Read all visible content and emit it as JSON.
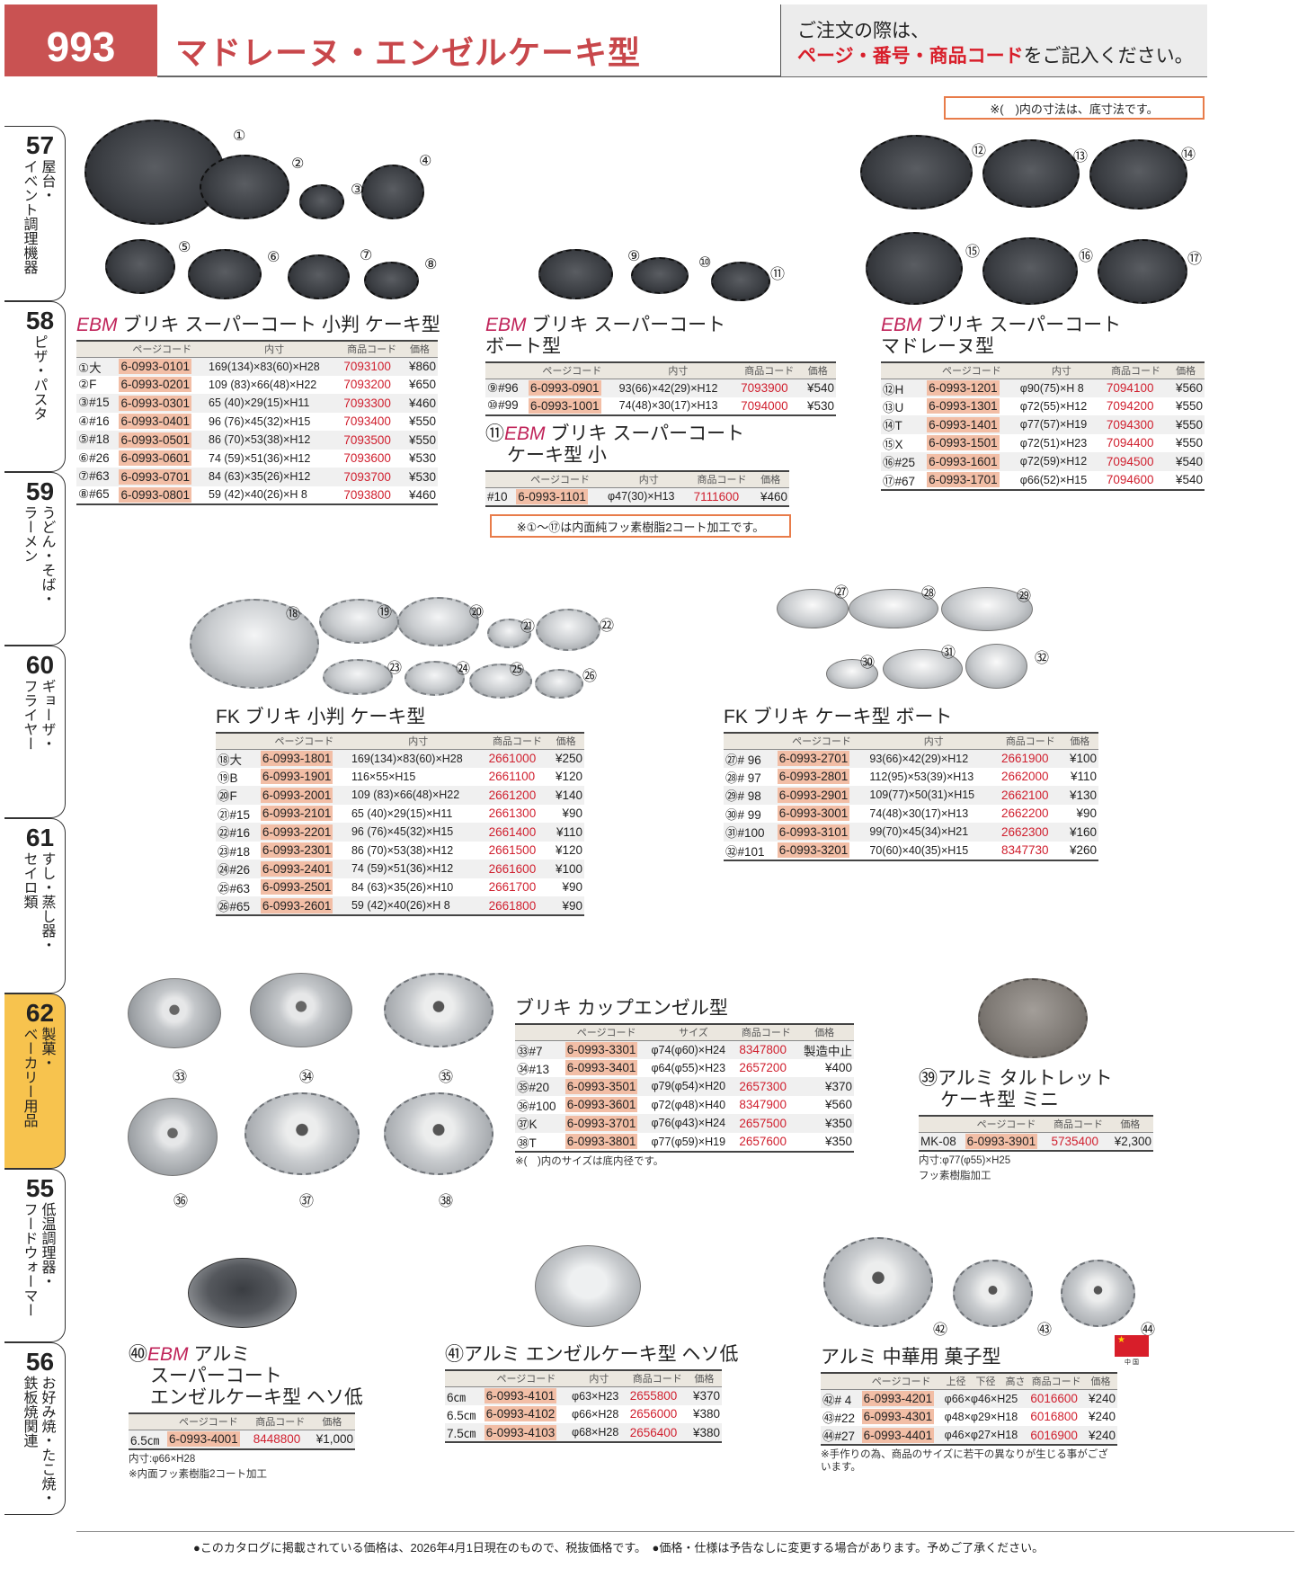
{
  "header": {
    "page_number": "993",
    "title": "マドレーヌ・エンゼルケーキ型",
    "order_line1": "ご注文の際は、",
    "order_highlight": "ページ・番号・商品コード",
    "order_line2_rest": "をご記入ください。"
  },
  "top_note": "※(　)内の寸法は、底寸法です。",
  "coat_note": "※①～⑰は内面純フッ素樹脂2コート加工です。",
  "sidebar": [
    {
      "num": "57",
      "col1": "屋台・",
      "col2": "イベント調理機器",
      "active": false
    },
    {
      "num": "58",
      "col1": "ピザ・パスタ",
      "col2": "",
      "active": false
    },
    {
      "num": "59",
      "col1": "うどん・そば・",
      "col2": "ラーメン",
      "active": false
    },
    {
      "num": "60",
      "col1": "ギョーザ・",
      "col2": "フライヤー",
      "active": false
    },
    {
      "num": "61",
      "col1": "すし・蒸し器・",
      "col2": "セイロ類",
      "active": false
    },
    {
      "num": "62",
      "col1": "製菓・",
      "col2": "ベーカリー用品",
      "active": true
    },
    {
      "num": "55",
      "col1": "低温調理器・",
      "col2": "フードウォーマー",
      "active": false
    },
    {
      "num": "56",
      "col1": "お好み焼・たこ焼・",
      "col2": "鉄板焼関連",
      "active": false
    }
  ],
  "figure_labels": [
    "①",
    "②",
    "③",
    "④",
    "⑤",
    "⑥",
    "⑦",
    "⑧",
    "⑨",
    "⑩",
    "⑪",
    "⑫",
    "⑬",
    "⑭",
    "⑮",
    "⑯",
    "⑰",
    "⑱",
    "⑲",
    "⑳",
    "㉑",
    "㉒",
    "㉓",
    "㉔",
    "㉕",
    "㉖",
    "㉗",
    "㉘",
    "㉙",
    "㉚",
    "㉛",
    "㉜",
    "㉝",
    "㉞",
    "㉟",
    "㊱",
    "㊲",
    "㊳",
    "㊷",
    "㊸",
    "㊹"
  ],
  "flag": {
    "caption": "中 国",
    "color": "#d81e2a"
  },
  "colors": {
    "accent_red": "#c95252",
    "brand_magenta": "#c0245a",
    "code_highlight": "#f2bea6",
    "product_code_red": "#d0202f",
    "active_tab": "#f7c34e"
  },
  "sections": [
    {
      "prefix": "",
      "brand": "EBM",
      "title_lines": [
        "ブリキ スーパーコート 小判 ケーキ型"
      ],
      "columns": [
        {
          "label": "",
          "type": "label"
        },
        {
          "label": "ページコード",
          "type": "code"
        },
        {
          "label": "内寸",
          "type": "dim"
        },
        {
          "label": "商品コード",
          "type": "pcode"
        },
        {
          "label": "価格",
          "type": "price"
        }
      ],
      "rows": [
        [
          "①大",
          "6-0993-0101",
          "169(134)×83(60)×H28",
          "7093100",
          "¥860"
        ],
        [
          "②F",
          "6-0993-0201",
          "109 (83)×66(48)×H22",
          "7093200",
          "¥650"
        ],
        [
          "③#15",
          "6-0993-0301",
          "65 (40)×29(15)×H11",
          "7093300",
          "¥460"
        ],
        [
          "④#16",
          "6-0993-0401",
          "96 (76)×45(32)×H15",
          "7093400",
          "¥550"
        ],
        [
          "⑤#18",
          "6-0993-0501",
          "86 (70)×53(38)×H12",
          "7093500",
          "¥550"
        ],
        [
          "⑥#26",
          "6-0993-0601",
          "74 (59)×51(36)×H12",
          "7093600",
          "¥530"
        ],
        [
          "⑦#63",
          "6-0993-0701",
          "84 (63)×35(26)×H12",
          "7093700",
          "¥530"
        ],
        [
          "⑧#65",
          "6-0993-0801",
          "59 (42)×40(26)×H 8",
          "7093800",
          "¥460"
        ]
      ],
      "notes": []
    },
    {
      "prefix": "",
      "brand": "EBM",
      "title_lines": [
        "ブリキ スーパーコート",
        "ボート型"
      ],
      "columns": [
        {
          "label": "",
          "type": "label"
        },
        {
          "label": "ページコード",
          "type": "code"
        },
        {
          "label": "内寸",
          "type": "dim"
        },
        {
          "label": "商品コード",
          "type": "pcode"
        },
        {
          "label": "価格",
          "type": "price"
        }
      ],
      "rows": [
        [
          "⑨#96",
          "6-0993-0901",
          "93(66)×42(29)×H12",
          "7093900",
          "¥540"
        ],
        [
          "⑩#99",
          "6-0993-1001",
          "74(48)×30(17)×H13",
          "7094000",
          "¥530"
        ]
      ],
      "notes": []
    },
    {
      "prefix": "⑪",
      "brand": "EBM",
      "title_lines": [
        "ブリキ スーパーコート",
        "ケーキ型 小"
      ],
      "columns": [
        {
          "label": "",
          "type": "label"
        },
        {
          "label": "ページコード",
          "type": "code"
        },
        {
          "label": "内寸",
          "type": "dim"
        },
        {
          "label": "商品コード",
          "type": "pcode"
        },
        {
          "label": "価格",
          "type": "price"
        }
      ],
      "rows": [
        [
          "#10",
          "6-0993-1101",
          "φ47(30)×H13",
          "7111600",
          "¥460"
        ]
      ],
      "notes": []
    },
    {
      "prefix": "",
      "brand": "EBM",
      "title_lines": [
        "ブリキ スーパーコート",
        "マドレーヌ型"
      ],
      "columns": [
        {
          "label": "",
          "type": "label"
        },
        {
          "label": "ページコード",
          "type": "code"
        },
        {
          "label": "内寸",
          "type": "dim"
        },
        {
          "label": "商品コード",
          "type": "pcode"
        },
        {
          "label": "価格",
          "type": "price"
        }
      ],
      "rows": [
        [
          "⑫H",
          "6-0993-1201",
          "φ90(75)×H 8",
          "7094100",
          "¥560"
        ],
        [
          "⑬U",
          "6-0993-1301",
          "φ72(55)×H12",
          "7094200",
          "¥550"
        ],
        [
          "⑭T",
          "6-0993-1401",
          "φ77(57)×H19",
          "7094300",
          "¥550"
        ],
        [
          "⑮X",
          "6-0993-1501",
          "φ72(51)×H23",
          "7094400",
          "¥550"
        ],
        [
          "⑯#25",
          "6-0993-1601",
          "φ72(59)×H12",
          "7094500",
          "¥540"
        ],
        [
          "⑰#67",
          "6-0993-1701",
          "φ66(52)×H15",
          "7094600",
          "¥540"
        ]
      ],
      "notes": []
    },
    {
      "prefix": "",
      "brand": "",
      "title_lines": [
        "FK ブリキ 小判 ケーキ型"
      ],
      "columns": [
        {
          "label": "",
          "type": "label"
        },
        {
          "label": "ページコード",
          "type": "code"
        },
        {
          "label": "内寸",
          "type": "dim"
        },
        {
          "label": "商品コード",
          "type": "pcode"
        },
        {
          "label": "価格",
          "type": "price"
        }
      ],
      "rows": [
        [
          "⑱大",
          "6-0993-1801",
          "169(134)×83(60)×H28",
          "2661000",
          "¥250"
        ],
        [
          "⑲B",
          "6-0993-1901",
          "116×55×H15",
          "2661100",
          "¥120"
        ],
        [
          "⑳F",
          "6-0993-2001",
          "109 (83)×66(48)×H22",
          "2661200",
          "¥140"
        ],
        [
          "㉑#15",
          "6-0993-2101",
          "65 (40)×29(15)×H11",
          "2661300",
          "¥90"
        ],
        [
          "㉒#16",
          "6-0993-2201",
          "96 (76)×45(32)×H15",
          "2661400",
          "¥110"
        ],
        [
          "㉓#18",
          "6-0993-2301",
          "86 (70)×53(38)×H12",
          "2661500",
          "¥120"
        ],
        [
          "㉔#26",
          "6-0993-2401",
          "74 (59)×51(36)×H12",
          "2661600",
          "¥100"
        ],
        [
          "㉕#63",
          "6-0993-2501",
          "84 (63)×35(26)×H10",
          "2661700",
          "¥90"
        ],
        [
          "㉖#65",
          "6-0993-2601",
          "59 (42)×40(26)×H 8",
          "2661800",
          "¥90"
        ]
      ],
      "notes": []
    },
    {
      "prefix": "",
      "brand": "",
      "title_lines": [
        "FK ブリキ ケーキ型 ボート"
      ],
      "columns": [
        {
          "label": "",
          "type": "label"
        },
        {
          "label": "ページコード",
          "type": "code"
        },
        {
          "label": "内寸",
          "type": "dim"
        },
        {
          "label": "商品コード",
          "type": "pcode"
        },
        {
          "label": "価格",
          "type": "price"
        }
      ],
      "rows": [
        [
          "㉗# 96",
          "6-0993-2701",
          "93(66)×42(29)×H12",
          "2661900",
          "¥100"
        ],
        [
          "㉘# 97",
          "6-0993-2801",
          "112(95)×53(39)×H13",
          "2662000",
          "¥110"
        ],
        [
          "㉙# 98",
          "6-0993-2901",
          "109(77)×50(31)×H15",
          "2662100",
          "¥130"
        ],
        [
          "㉚# 99",
          "6-0993-3001",
          "74(48)×30(17)×H13",
          "2662200",
          "¥90"
        ],
        [
          "㉛#100",
          "6-0993-3101",
          "99(70)×45(34)×H21",
          "2662300",
          "¥160"
        ],
        [
          "㉜#101",
          "6-0993-3201",
          "70(60)×40(35)×H15",
          "8347730",
          "¥260"
        ]
      ],
      "notes": []
    },
    {
      "prefix": "",
      "brand": "",
      "title_lines": [
        "ブリキ カップエンゼル型"
      ],
      "columns": [
        {
          "label": "",
          "type": "label"
        },
        {
          "label": "ページコード",
          "type": "code"
        },
        {
          "label": "サイズ",
          "type": "dim"
        },
        {
          "label": "商品コード",
          "type": "pcode"
        },
        {
          "label": "価格",
          "type": "price"
        }
      ],
      "rows": [
        [
          "㉝#7",
          "6-0993-3301",
          "φ74(φ60)×H24",
          "8347800",
          "製造中止"
        ],
        [
          "㉞#13",
          "6-0993-3401",
          "φ64(φ55)×H23",
          "2657200",
          "¥400"
        ],
        [
          "㉟#20",
          "6-0993-3501",
          "φ79(φ54)×H20",
          "2657300",
          "¥370"
        ],
        [
          "㊱#100",
          "6-0993-3601",
          "φ72(φ48)×H40",
          "8347900",
          "¥560"
        ],
        [
          "㊲K",
          "6-0993-3701",
          "φ76(φ43)×H24",
          "2657500",
          "¥350"
        ],
        [
          "㊳T",
          "6-0993-3801",
          "φ77(φ59)×H19",
          "2657600",
          "¥350"
        ]
      ],
      "notes": [
        "※(　)内のサイズは底内径です。"
      ]
    },
    {
      "prefix": "㊴",
      "brand": "",
      "title_lines": [
        "アルミ タルトレット",
        "ケーキ型 ミニ"
      ],
      "columns": [
        {
          "label": "",
          "type": "label"
        },
        {
          "label": "ページコード",
          "type": "code"
        },
        {
          "label": "商品コード",
          "type": "pcode"
        },
        {
          "label": "価格",
          "type": "price"
        }
      ],
      "rows": [
        [
          "MK-08",
          "6-0993-3901",
          "5735400",
          "¥2,300"
        ]
      ],
      "notes": [
        "内寸:φ77(φ55)×H25",
        "フッ素樹脂加工"
      ]
    },
    {
      "prefix": "㊵",
      "brand": "EBM",
      "title_lines": [
        "アルミ",
        "スーパーコート",
        "エンゼルケーキ型 ヘソ低"
      ],
      "columns": [
        {
          "label": "",
          "type": "label"
        },
        {
          "label": "ページコード",
          "type": "code"
        },
        {
          "label": "商品コード",
          "type": "pcode"
        },
        {
          "label": "価格",
          "type": "price"
        }
      ],
      "rows": [
        [
          "6.5㎝",
          "6-0993-4001",
          "8448800",
          "¥1,000"
        ]
      ],
      "notes": [
        "内寸:φ66×H28",
        "※内面フッ素樹脂2コート加工"
      ]
    },
    {
      "prefix": "㊶",
      "brand": "",
      "title_lines": [
        "アルミ エンゼルケーキ型 ヘソ低"
      ],
      "columns": [
        {
          "label": "",
          "type": "label"
        },
        {
          "label": "ページコード",
          "type": "code"
        },
        {
          "label": "内寸",
          "type": "dim"
        },
        {
          "label": "商品コード",
          "type": "pcode"
        },
        {
          "label": "価格",
          "type": "price"
        }
      ],
      "rows": [
        [
          "6㎝",
          "6-0993-4101",
          "φ63×H23",
          "2655800",
          "¥370"
        ],
        [
          "6.5㎝",
          "6-0993-4102",
          "φ66×H28",
          "2656000",
          "¥380"
        ],
        [
          "7.5㎝",
          "6-0993-4103",
          "φ68×H28",
          "2656400",
          "¥380"
        ]
      ],
      "notes": []
    },
    {
      "prefix": "",
      "brand": "",
      "title_lines": [
        "アルミ 中華用 菓子型"
      ],
      "columns": [
        {
          "label": "",
          "type": "label"
        },
        {
          "label": "ページコード",
          "type": "code"
        },
        {
          "label": "上径　下径　高さ",
          "type": "dim"
        },
        {
          "label": "商品コード",
          "type": "pcode"
        },
        {
          "label": "価格",
          "type": "price"
        }
      ],
      "rows": [
        [
          "㊷# 4",
          "6-0993-4201",
          "φ66×φ46×H25",
          "6016600",
          "¥240"
        ],
        [
          "㊸#22",
          "6-0993-4301",
          "φ48×φ29×H18",
          "6016800",
          "¥240"
        ],
        [
          "㊹#27",
          "6-0993-4401",
          "φ46×φ27×H18",
          "6016900",
          "¥240"
        ]
      ],
      "notes": [
        "※手作りの為、商品のサイズに若干の異なりが生じる事がございます。"
      ]
    }
  ],
  "footer": "●このカタログに掲載されている価格は、2026年4月1日現在のもので、税抜価格です。　●価格・仕様は予告なしに変更する場合があります。予めご了承ください。"
}
